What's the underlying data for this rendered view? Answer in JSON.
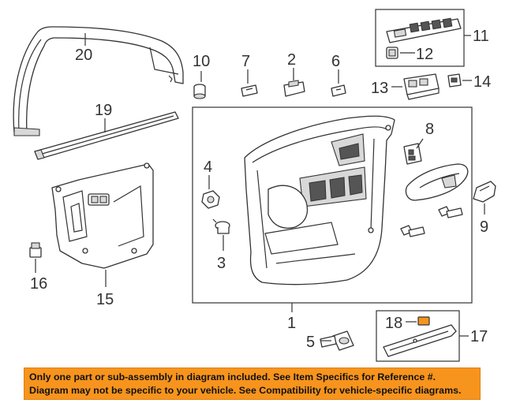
{
  "callouts": {
    "c1": "1",
    "c2": "2",
    "c3": "3",
    "c4": "4",
    "c5": "5",
    "c6": "6",
    "c7": "7",
    "c8": "8",
    "c9": "9",
    "c10": "10",
    "c11": "11",
    "c12": "12",
    "c13": "13",
    "c14": "14",
    "c15": "15",
    "c16": "16",
    "c17": "17",
    "c18": "18",
    "c19": "19",
    "c20": "20"
  },
  "notice": {
    "line1": "Only one part or sub-assembly in diagram included. See Item Specifics for Reference #.",
    "line2": "Diagram may not be specific to your vehicle. See Compatibility for vehicle-specific diagrams."
  },
  "colors": {
    "banner": "#f7941d",
    "line": "#333333",
    "highlight": "#f7941d"
  }
}
